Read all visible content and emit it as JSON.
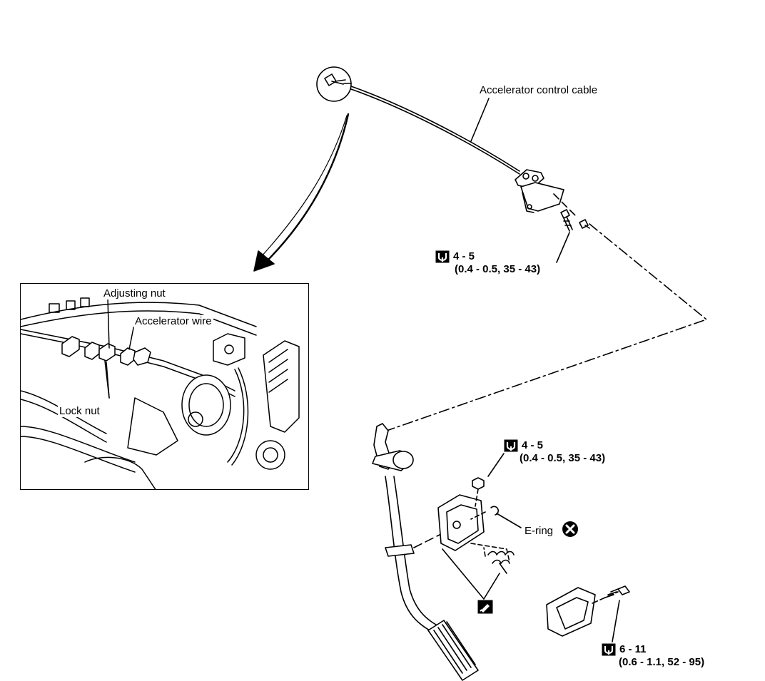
{
  "labels": {
    "accel_cable": "Accelerator control cable",
    "adjusting_nut": "Adjusting nut",
    "accel_wire": "Accelerator wire",
    "lock_nut": "Lock nut",
    "e_ring": "E-ring"
  },
  "torques": {
    "upper_bracket": {
      "value": "4 - 5",
      "units": "(0.4 - 0.5,  35 - 43)"
    },
    "pedal_nut": {
      "value": "4 - 5",
      "units": "(0.4 - 0.5,  35 - 43)"
    },
    "stopper_bolt": {
      "value": "6 - 11",
      "units": "(0.6 - 1.1,  52 - 95)"
    }
  },
  "icons": {
    "torque": "torque-wrench-icon",
    "grease": "grease-apply-icon",
    "replace": "do-not-reuse-icon"
  }
}
